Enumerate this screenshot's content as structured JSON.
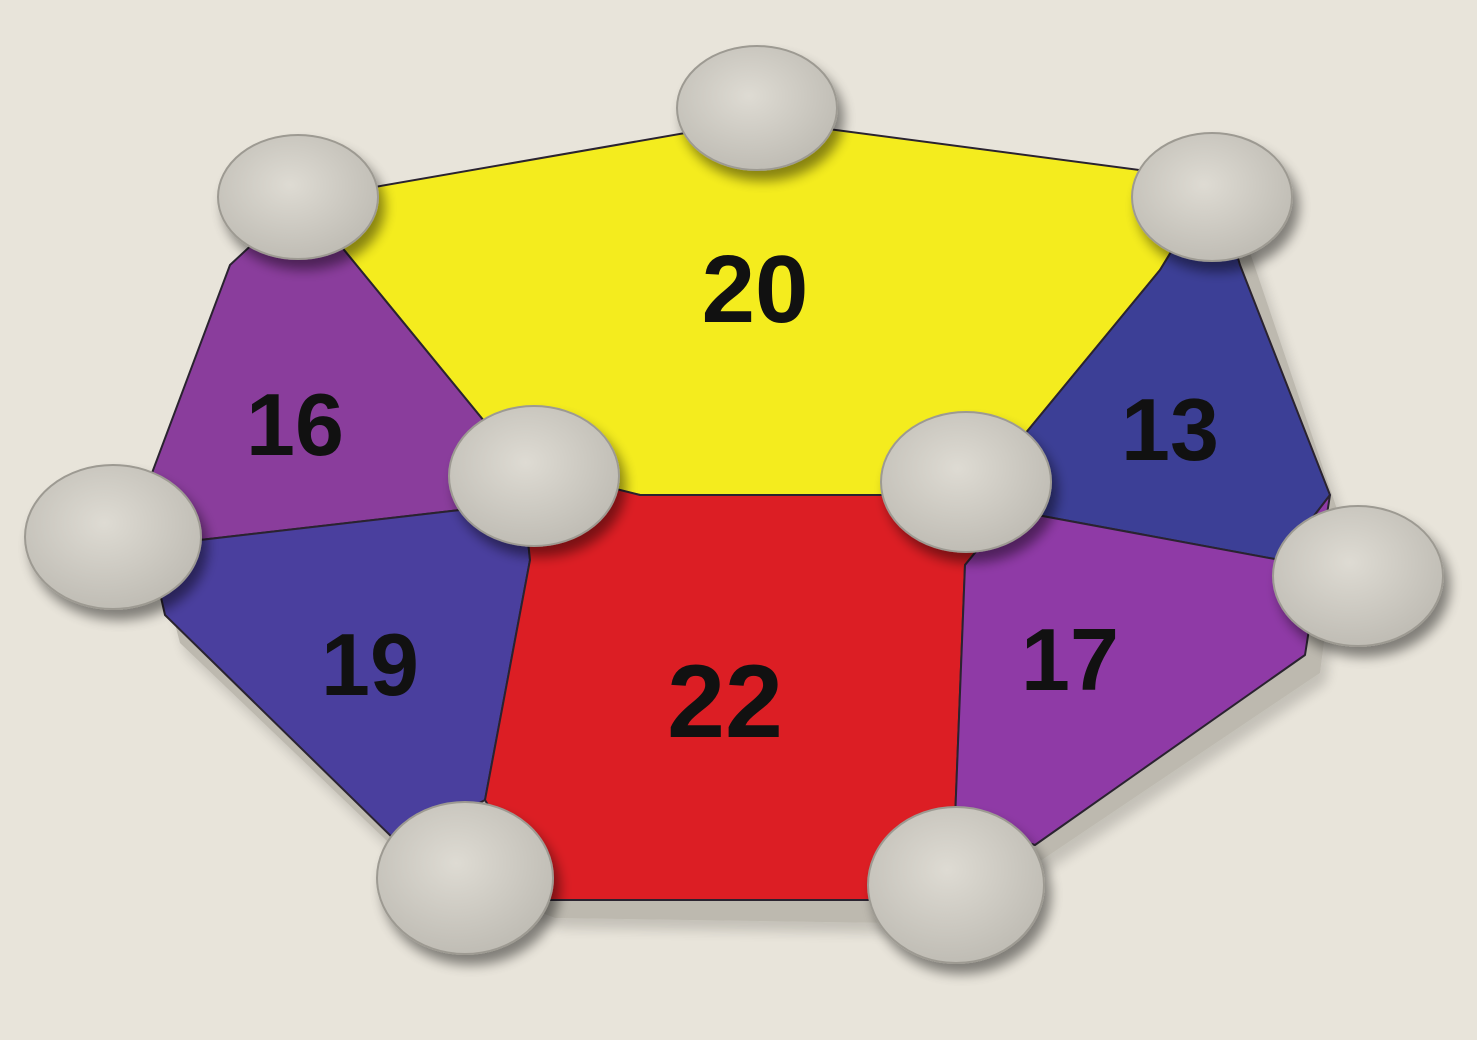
{
  "board": {
    "regions": [
      {
        "id": "top",
        "number": "20",
        "color": "#f4ec1e"
      },
      {
        "id": "upper-left",
        "number": "16",
        "color": "#8a3d9c"
      },
      {
        "id": "upper-right",
        "number": "13",
        "color": "#3c3f96"
      },
      {
        "id": "lower-left",
        "number": "19",
        "color": "#4a3f9e"
      },
      {
        "id": "bottom",
        "number": "22",
        "color": "#dc1e24"
      },
      {
        "id": "lower-right",
        "number": "17",
        "color": "#8f3aa6"
      }
    ],
    "circles": [
      {
        "id": "top",
        "value": ""
      },
      {
        "id": "top-left",
        "value": ""
      },
      {
        "id": "top-right",
        "value": ""
      },
      {
        "id": "inner-left",
        "value": ""
      },
      {
        "id": "inner-right",
        "value": ""
      },
      {
        "id": "left",
        "value": ""
      },
      {
        "id": "right",
        "value": ""
      },
      {
        "id": "bottom-left",
        "value": ""
      },
      {
        "id": "bottom-right",
        "value": ""
      }
    ],
    "circle_color": "#cfccc4",
    "background_color": "#e8e4da"
  }
}
